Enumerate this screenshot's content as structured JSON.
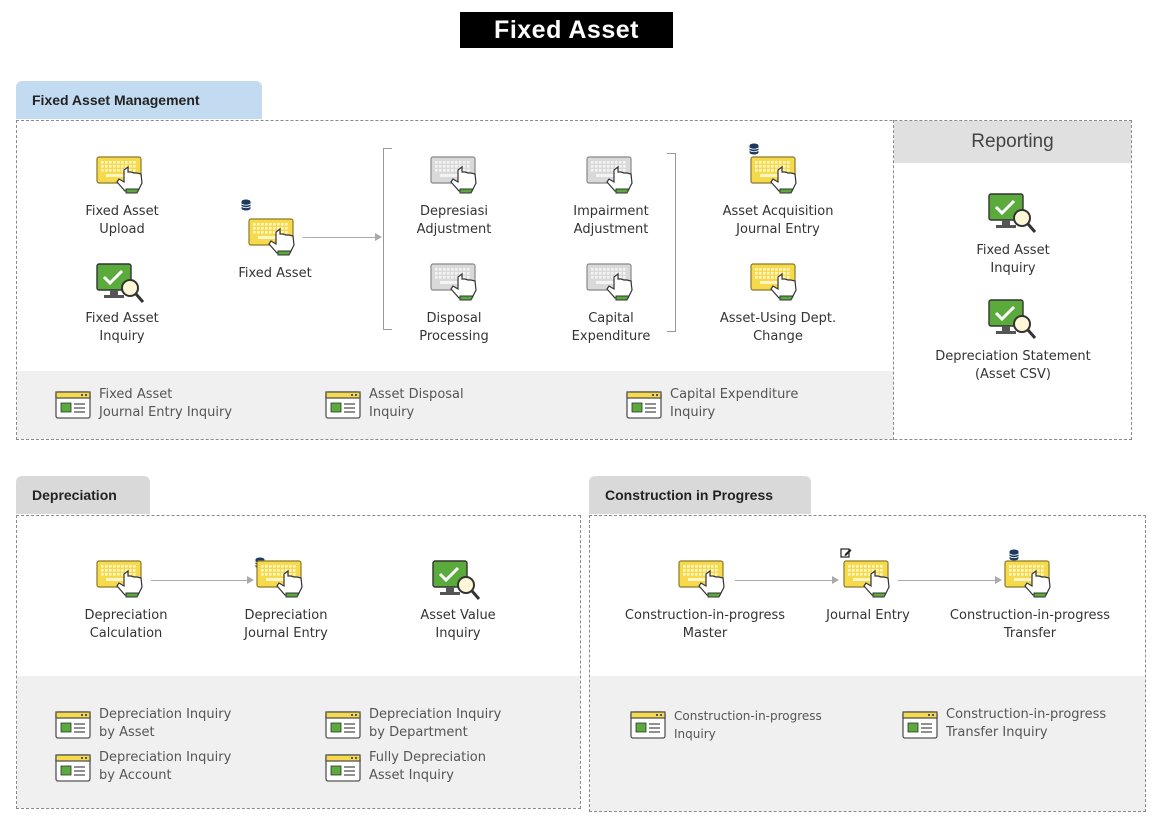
{
  "title": "Fixed Asset",
  "fam": {
    "tab": "Fixed Asset Management",
    "upload": "Fixed Asset\nUpload",
    "inquiry": "Fixed Asset\nInquiry",
    "fixed_asset": "Fixed Asset",
    "depresiasi": "Depresiasi\nAdjustment",
    "impairment": "Impairment\nAdjustment",
    "acquisition": "Asset Acquisition\nJournal Entry",
    "disposal": "Disposal\nProcessing",
    "capex": "Capital\nExpenditure",
    "dept_change": "Asset-Using Dept.\nChange",
    "links": [
      "Fixed Asset\nJournal Entry Inquiry",
      "Asset Disposal\nInquiry",
      "Capital Expenditure\nInquiry"
    ]
  },
  "reporting": {
    "header": "Reporting",
    "inquiry": "Fixed Asset\nInquiry",
    "statement": "Depreciation Statement\n(Asset CSV)"
  },
  "depr": {
    "tab": "Depreciation",
    "calc": "Depreciation\nCalculation",
    "journal": "Depreciation\nJournal Entry",
    "value": "Asset Value\nInquiry",
    "links": [
      "Depreciation Inquiry\nby Asset",
      "Depreciation Inquiry\nby Department",
      "Depreciation Inquiry\nby Account",
      "Fully Depreciation\nAsset Inquiry"
    ]
  },
  "cip": {
    "tab": "Construction in Progress",
    "master": "Construction-in-progress\nMaster",
    "journal": "Journal Entry",
    "transfer": "Construction-in-progress\nTransfer",
    "links": [
      "Construction-in-progress\nInquiry",
      "Construction-in-progress\nTransfer Inquiry"
    ]
  },
  "colors": {
    "keyboard_yellow": "#f7d94c",
    "keyboard_gray": "#d9d9d9",
    "monitor_green": "#5aaa3c",
    "tab_blue": "#c2dbf1",
    "tab_gray": "#d9d9d9"
  },
  "icons": {
    "entry": "keyboard-hand-icon",
    "inquiry": "monitor-magnifier-icon",
    "link": "window-list-icon",
    "database": "database-icon",
    "edit": "edit-icon"
  }
}
